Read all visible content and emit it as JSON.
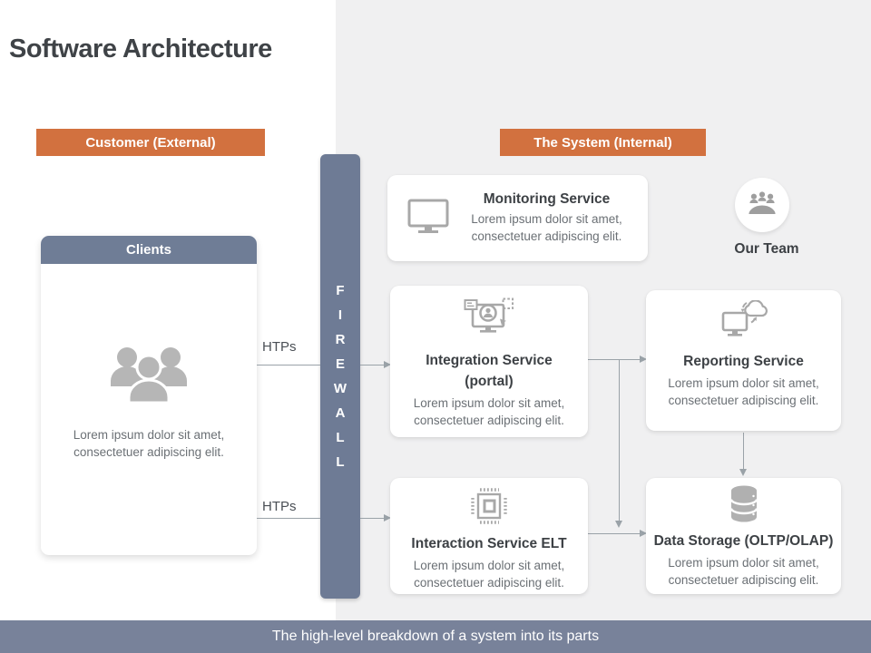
{
  "slide": {
    "title": "Software Architecture",
    "footer": "The high-level breakdown of a system into its parts"
  },
  "badges": {
    "external": "Customer (External)",
    "internal": "The System (Internal)"
  },
  "firewall": {
    "label": "FIREWALL",
    "letters": [
      "F",
      "I",
      "R",
      "E",
      "W",
      "A",
      "L",
      "L"
    ]
  },
  "clients": {
    "title": "Clients",
    "body": "Lorem ipsum dolor sit amet, consectetuer adipiscing elit.",
    "icon": "people-group-icon"
  },
  "connections": {
    "top_label": "HTPs",
    "bottom_label": "HTPs"
  },
  "services": {
    "monitoring": {
      "title": "Monitoring Service",
      "body": "Lorem ipsum dolor sit amet, consectetuer adipiscing elit.",
      "icon": "monitor-icon"
    },
    "integration": {
      "title": "Integration Service\n(portal)",
      "body": "Lorem ipsum dolor sit amet, consectetuer adipiscing elit.",
      "icon": "portal-monitor-icon"
    },
    "interaction": {
      "title": "Interaction Service ELT",
      "body": "Lorem ipsum dolor sit amet, consectetuer adipiscing elit.",
      "icon": "chip-icon"
    },
    "reporting": {
      "title": "Reporting Service",
      "body": "Lorem ipsum dolor sit amet, consectetuer adipiscing elit.",
      "icon": "cloud-sync-monitor-icon"
    },
    "storage": {
      "title": "Data Storage (OLTP/OLAP)",
      "body": "Lorem ipsum dolor sit amet, consectetuer adipiscing elit.",
      "icon": "database-icon"
    }
  },
  "team": {
    "label": "Our Team",
    "icon": "meeting-people-icon"
  },
  "colors": {
    "accent_orange": "#D2713F",
    "slate_bar": "#6E7B95",
    "footer_slate": "#78829A",
    "panel_gray": "#F0F0F1",
    "icon_gray": "#A8A8A8",
    "arrow_gray": "#9AA2A8",
    "title_text": "#3F4347",
    "body_text": "#6B7075"
  }
}
